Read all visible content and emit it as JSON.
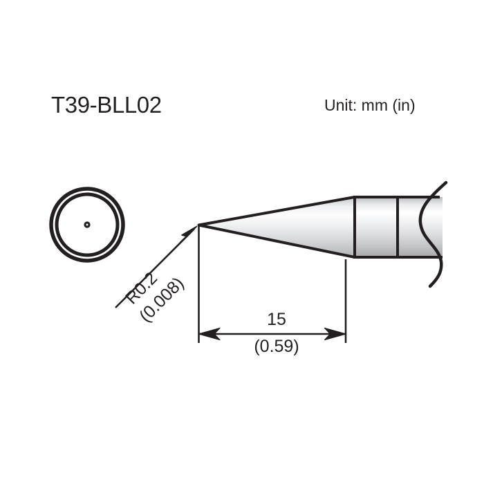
{
  "drawing": {
    "title": "T39-BLL02",
    "unit_note": "Unit: mm (in)",
    "views": {
      "end_view": {
        "name": "end-view-circle",
        "description": "front end view concentric circles with center point"
      },
      "side_view": {
        "name": "side-view-profile",
        "description": "conical soldering tip with cylindrical body and break line"
      }
    },
    "dimensions": {
      "radius_mm": "R0.2",
      "radius_in": "(0.008)",
      "length_mm": "15",
      "length_in": "(0.59)"
    },
    "colors": {
      "ink": "#231f20",
      "background": "#ffffff",
      "metal_light": "#ffffff",
      "metal_mid": "#cfd0d2",
      "metal_dark": "#9a9b9e"
    }
  }
}
